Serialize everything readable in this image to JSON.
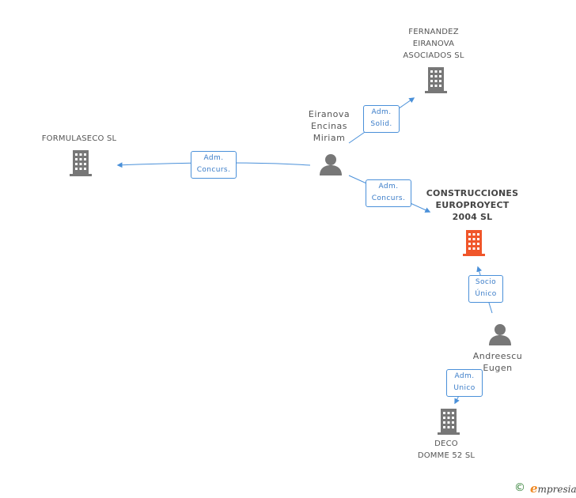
{
  "nodes": {
    "fernandez": {
      "label": "FERNANDEZ\nEIRANOVA\nASOCIADOS SL",
      "type": "company"
    },
    "formulaseco": {
      "label": "FORMULASECO SL",
      "type": "company"
    },
    "construcciones": {
      "label": "CONSTRUCCIONES\nEUROPROYECT\n2004 SL",
      "type": "company",
      "highlight": true
    },
    "eiranova": {
      "label": "Eiranova\nEncinas\nMiriam",
      "type": "person"
    },
    "andreescu": {
      "label": "Andreescu\nEugen",
      "type": "person"
    },
    "deco": {
      "label": "DECO\nDOMME 52 SL",
      "type": "company"
    }
  },
  "edges": {
    "eiranova_fernandez": "Adm.\nSolid.",
    "eiranova_formulaseco": "Adm.\nConcurs.",
    "eiranova_construcciones": "Adm.\nConcurs.",
    "andreescu_construcciones": "Socio\nÚnico",
    "andreescu_deco": "Adm.\nUnico"
  },
  "colors": {
    "company_icon": "#777777",
    "highlight_icon": "#f0562a",
    "person_icon": "#777777",
    "edge": "#4a90d9"
  },
  "footer": {
    "copyright_symbol": "©",
    "brand_initial": "e",
    "brand_rest": "mpresia"
  }
}
